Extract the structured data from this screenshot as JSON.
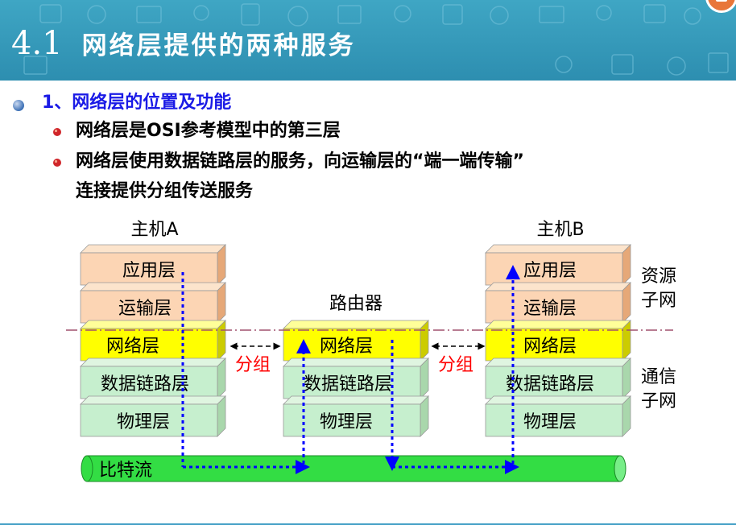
{
  "header": {
    "number": "4.1",
    "title": "网络层提供的两种服务"
  },
  "content": {
    "heading": "1、网络层的位置及功能",
    "bullets": [
      "网络层是OSI参考模型中的第三层",
      "网络层使用数据链路层的服务，向运输层的“端一端传输”",
      "连接提供分组传送服务"
    ]
  },
  "diagram": {
    "hostA": {
      "title": "主机A",
      "layers": [
        "应用层",
        "运输层",
        "网络层",
        "数据链路层",
        "物理层"
      ]
    },
    "router": {
      "title": "路由器",
      "layers": [
        "网络层",
        "数据链路层",
        "物理层"
      ]
    },
    "hostB": {
      "title": "主机B",
      "layers": [
        "应用层",
        "运输层",
        "网络层",
        "数据链路层",
        "物理层"
      ]
    },
    "packet_label_left": "分组",
    "packet_label_right": "分组",
    "resource_subnet": [
      "资源",
      "子网"
    ],
    "comm_subnet": [
      "通信",
      "子网"
    ],
    "bitstream": "比特流"
  },
  "colors": {
    "header_bg": "#3a9dbf",
    "app_layer": "#fcd5b4",
    "network_layer": "#ffff00",
    "lower_layer": "#c6efce",
    "bitstream": "#33dd44",
    "arrow": "#0000ff",
    "packet_label": "#ff0000",
    "divider": "#a0506e"
  }
}
